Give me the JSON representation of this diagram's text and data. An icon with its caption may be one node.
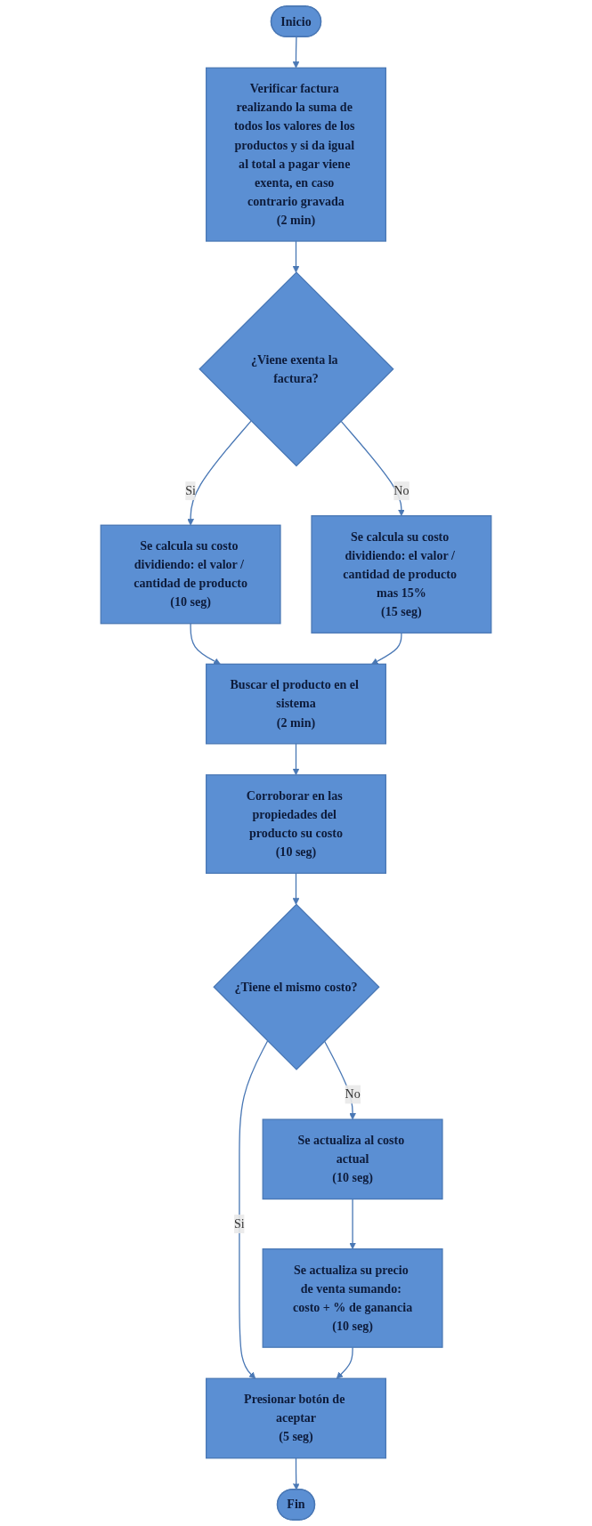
{
  "diagram": {
    "nodes": [
      {
        "text": [
          "Inicio"
        ]
      },
      {
        "text": [
          "Verificar factura realizando la suma de todos los valores de los productos y si da igual al total a pagar viene exenta, en caso contrario gravada",
          "(2 min)"
        ]
      },
      {
        "text": [
          "¿Viene exenta la factura?"
        ]
      },
      {
        "text": [
          "Se calcula su costo dividiendo: el valor / cantidad de producto",
          "(10 seg)"
        ]
      },
      {
        "text": [
          "Se calcula su costo dividiendo: el valor / cantidad de producto mas 15%",
          "(15 seg)"
        ]
      },
      {
        "text": [
          "Buscar el producto en el sistema",
          "(2 min)"
        ]
      },
      {
        "text": [
          "Corroborar en las propiedades del producto su costo",
          "(10 seg)"
        ]
      },
      {
        "text": [
          "¿Tiene el mismo costo?"
        ]
      },
      {
        "text": [
          "Se actualiza al costo actual",
          "(10 seg)"
        ]
      },
      {
        "text": [
          "Se actualiza su precio de venta sumando: costo + % de ganancia",
          "(10 seg)"
        ]
      },
      {
        "text": [
          "Presionar botón de aceptar",
          "(5 seg)"
        ]
      },
      {
        "text": [
          "Fin"
        ]
      }
    ],
    "edges": [
      {
        "from": 0,
        "to": 1,
        "arrow": "to"
      },
      {
        "from": 1,
        "to": 2,
        "arrow": "to"
      },
      {
        "from": 2,
        "to": 3,
        "label": "Si",
        "arrow": "to"
      },
      {
        "from": 2,
        "to": 4,
        "label": "No",
        "arrow": "to"
      },
      {
        "from": 3,
        "to": 5,
        "arrow": "to"
      },
      {
        "from": 4,
        "to": 5,
        "arrow": "to"
      },
      {
        "from": 5,
        "to": 6,
        "arrow": "to"
      },
      {
        "from": 6,
        "to": 7,
        "arrow": "to"
      },
      {
        "from": 7,
        "to": 10,
        "label": "Si",
        "arrow": "to"
      },
      {
        "from": 7,
        "to": 8,
        "label": "No",
        "arrow": "to"
      },
      {
        "from": 8,
        "to": 9,
        "arrow": "to"
      },
      {
        "from": 9,
        "to": 10,
        "arrow": "to"
      },
      {
        "from": 10,
        "to": 11,
        "arrow": "to"
      }
    ]
  }
}
